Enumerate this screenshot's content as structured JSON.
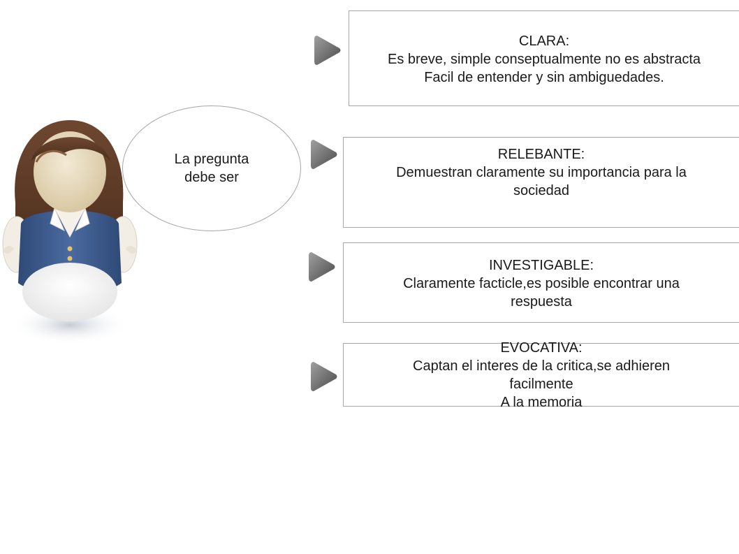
{
  "bubble": {
    "line1": "La pregunta",
    "line2": "debe ser"
  },
  "items": [
    {
      "icon": "play-arrow-icon",
      "lines": [
        "CLARA:",
        "Es breve, simple conseptualmente no es abstracta",
        "Facil de entender y sin ambiguedades."
      ]
    },
    {
      "icon": "play-arrow-icon",
      "lines": [
        "RELEBANTE:",
        "Demuestran claramente su importancia para la",
        "sociedad"
      ]
    },
    {
      "icon": "play-arrow-icon",
      "lines": [
        "INVESTIGABLE:",
        "Claramente facticle,es posible encontrar una",
        "respuesta"
      ]
    },
    {
      "icon": "play-arrow-icon",
      "lines": [
        "EVOCATIVA:",
        "Captan el interes de la critica,se adhieren",
        "facilmente",
        "A la memoria"
      ]
    }
  ],
  "colors": {
    "vest": "#3d5b8c",
    "hair": "#5c3a24",
    "skin": "#e9dcc1",
    "arrow_dark": "#555555",
    "arrow_light": "#a0a0a0"
  }
}
